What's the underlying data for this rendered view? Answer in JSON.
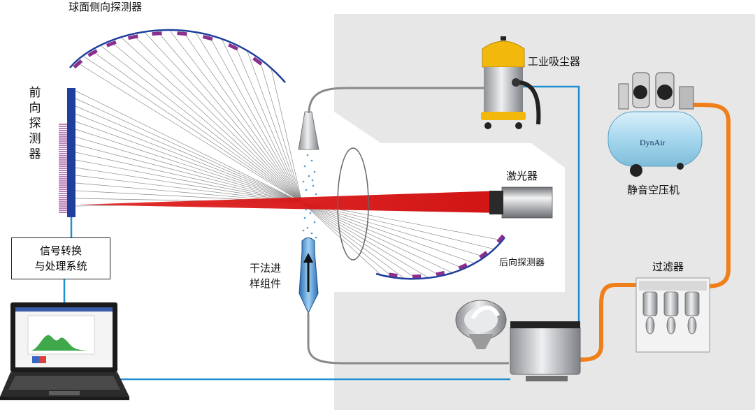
{
  "labels": {
    "spherical_lateral_detector": "球面侧向探测器",
    "forward_detector": "前向探测器",
    "signal_system_line1": "信号转换",
    "signal_system_line2": "与处理系统",
    "dry_sampler_line1": "干法进",
    "dry_sampler_line2": "样组件",
    "laser": "激光器",
    "back_detector": "后向探测器",
    "vacuum_cleaner": "工业吸尘器",
    "air_compressor": "静音空压机",
    "filter": "过滤器",
    "compressor_brand": "DynAir"
  },
  "colors": {
    "laser_beam": "#e01919",
    "detector_blue": "#1e3f9c",
    "detector_purple": "#8a2f8c",
    "air_hose_orange": "#ef7f1a",
    "signal_cable_blue": "#1f8fd1",
    "sample_tube_gray": "#8a8a8a",
    "panel_gray": "#e7e7e7",
    "compressor_blue": "#a6d7ee"
  },
  "icons": [
    "laptop-icon",
    "vacuum-cleaner-icon",
    "air-compressor-icon",
    "filter-unit-icon",
    "feeder-machine-icon",
    "nozzle-icon",
    "laser-head-icon"
  ]
}
